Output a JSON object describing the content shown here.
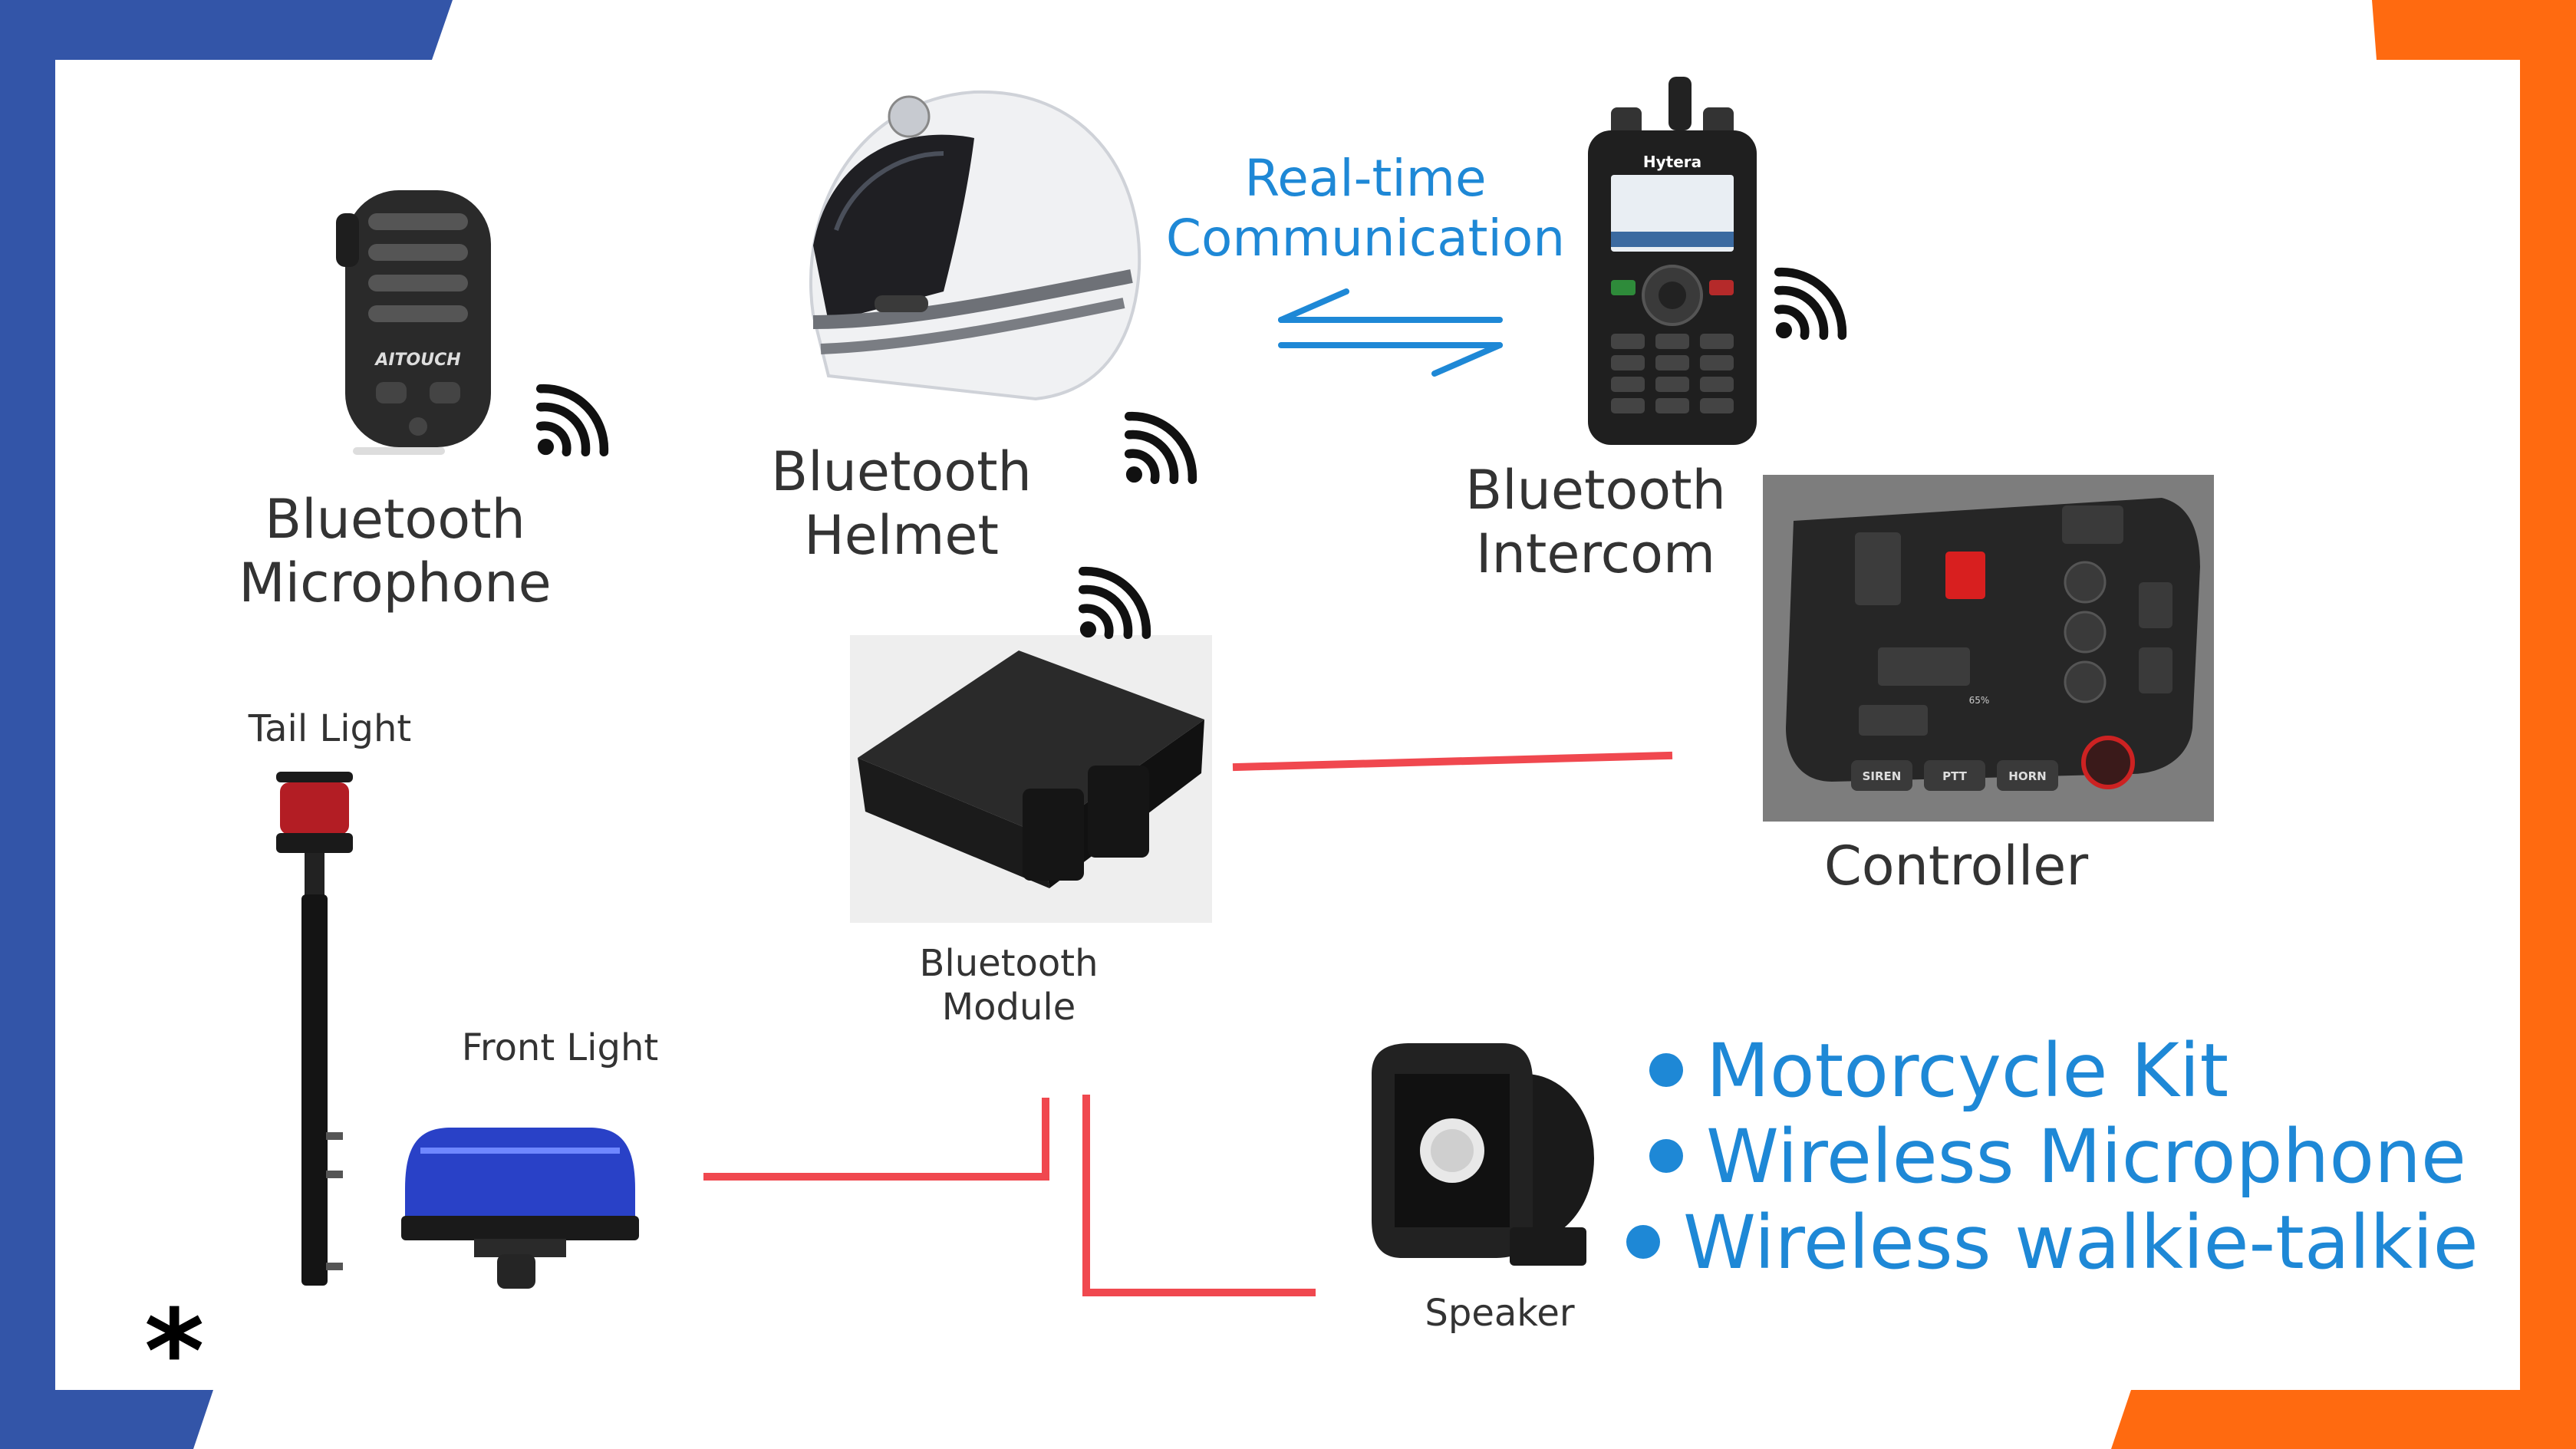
{
  "colors": {
    "blue_frame": "#3355a8",
    "orange_frame": "#ff6a10",
    "accent_blue": "#1e88d6",
    "connector_red": "#f0484f",
    "label_gray": "#333333"
  },
  "labels": {
    "bluetooth_microphone": [
      "Bluetooth",
      "Microphone"
    ],
    "bluetooth_helmet": [
      "Bluetooth",
      "Helmet"
    ],
    "realtime": [
      "Real-time",
      "Communication"
    ],
    "bluetooth_intercom": [
      "Bluetooth",
      "Intercom"
    ],
    "controller": "Controller",
    "tail_light": "Tail Light",
    "front_light": "Front Light",
    "bluetooth_module": [
      "Bluetooth",
      "Module"
    ],
    "speaker": "Speaker"
  },
  "features": [
    "Motorcycle Kit",
    "Wireless Microphone",
    "Wireless walkie-talkie"
  ],
  "brand_labels": {
    "microphone_brand": "AITOUCH",
    "radio_brand": "Hytera"
  },
  "controller_buttons": [
    "SIREN",
    "PTT",
    "HORN"
  ],
  "controller_percent": "65%",
  "corner_mark": "*",
  "icons": [
    "bluetooth-signal-icon",
    "double-arrow-icon"
  ]
}
